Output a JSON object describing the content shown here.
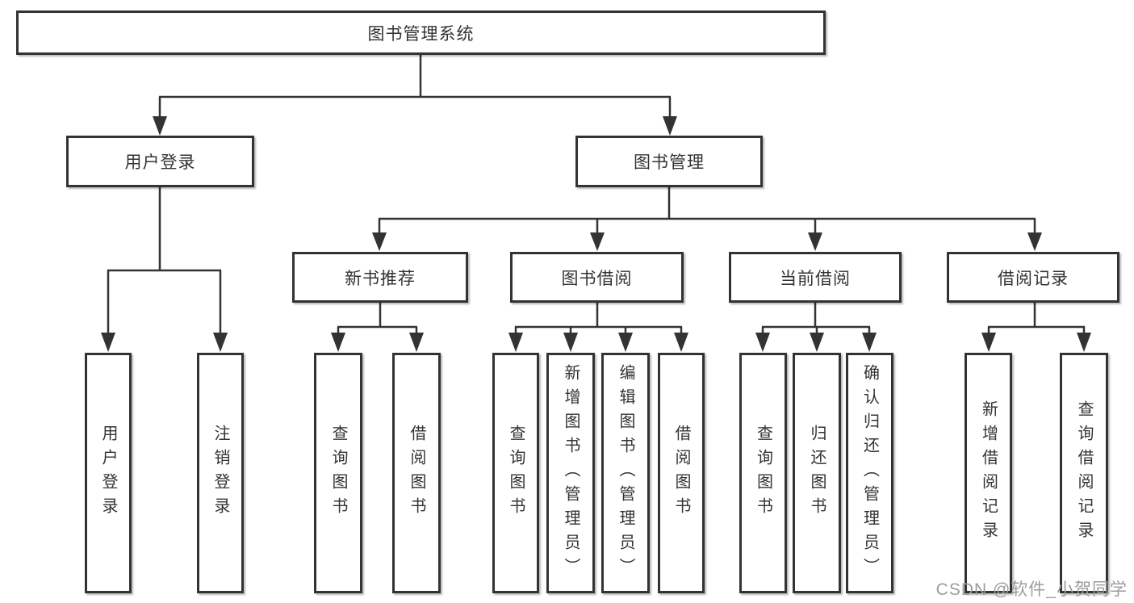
{
  "tree": {
    "root": {
      "label": "图书管理系统"
    },
    "branches": [
      {
        "label": "用户登录",
        "children": [
          {
            "label": "用户登录"
          },
          {
            "label": "注销登录"
          }
        ]
      },
      {
        "label": "图书管理",
        "children": [
          {
            "label": "新书推荐",
            "children": [
              {
                "label": "查询图书"
              },
              {
                "label": "借阅图书"
              }
            ]
          },
          {
            "label": "图书借阅",
            "children": [
              {
                "label": "查询图书"
              },
              {
                "label": "新增图书（管理员）"
              },
              {
                "label": "编辑图书（管理员）"
              },
              {
                "label": "借阅图书"
              }
            ]
          },
          {
            "label": "当前借阅",
            "children": [
              {
                "label": "查询图书"
              },
              {
                "label": "归还图书"
              },
              {
                "label": "确认归还（管理员）"
              }
            ]
          },
          {
            "label": "借阅记录",
            "children": [
              {
                "label": "新增借阅记录"
              },
              {
                "label": "查询借阅记录"
              }
            ]
          }
        ]
      }
    ]
  },
  "watermark": {
    "text": "CSDN @软件_小贺同学"
  },
  "colors": {
    "line": "#333333",
    "box_border": "#333333",
    "text": "#333333",
    "watermark": "#9c9c9c",
    "background": "#ffffff"
  }
}
